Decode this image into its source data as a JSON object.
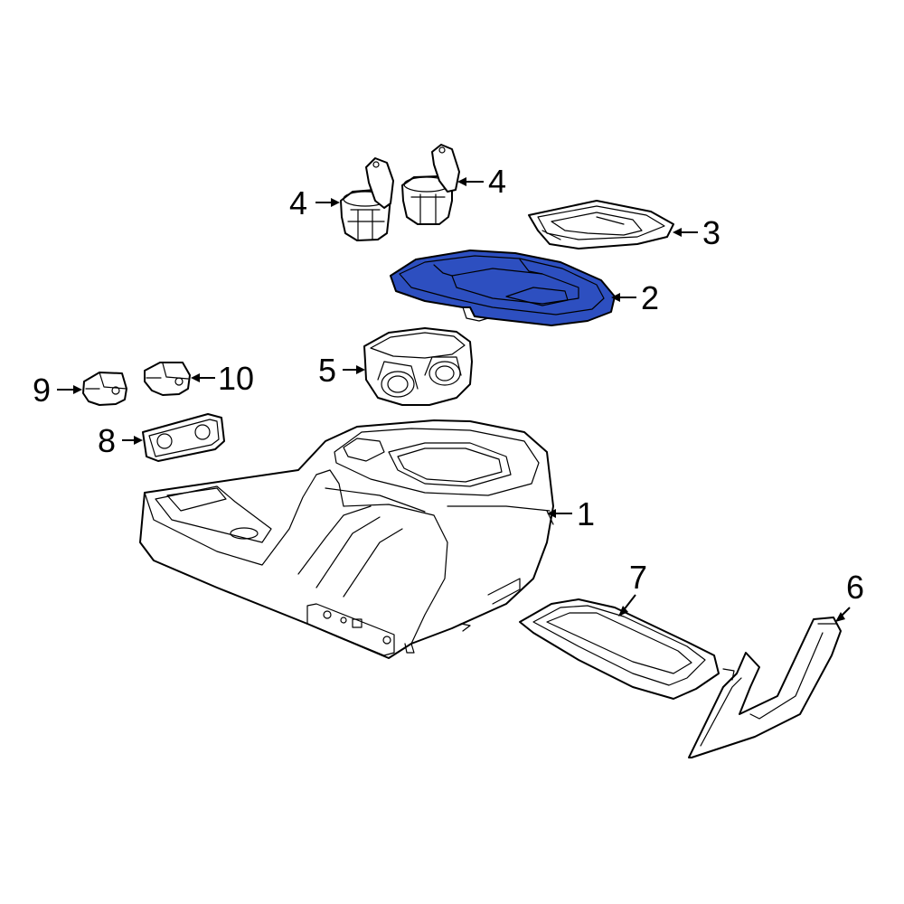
{
  "diagram": {
    "highlight_color": "#2d4fc0",
    "line_color": "#000000",
    "background": "#ffffff",
    "highlighted_part": "2",
    "callouts": [
      {
        "id": "c1",
        "label": "1"
      },
      {
        "id": "c2",
        "label": "2"
      },
      {
        "id": "c3",
        "label": "3"
      },
      {
        "id": "c4a",
        "label": "4"
      },
      {
        "id": "c4b",
        "label": "4"
      },
      {
        "id": "c5",
        "label": "5"
      },
      {
        "id": "c6",
        "label": "6"
      },
      {
        "id": "c7",
        "label": "7"
      },
      {
        "id": "c8",
        "label": "8"
      },
      {
        "id": "c9",
        "label": "9"
      },
      {
        "id": "c10",
        "label": "10"
      }
    ]
  }
}
